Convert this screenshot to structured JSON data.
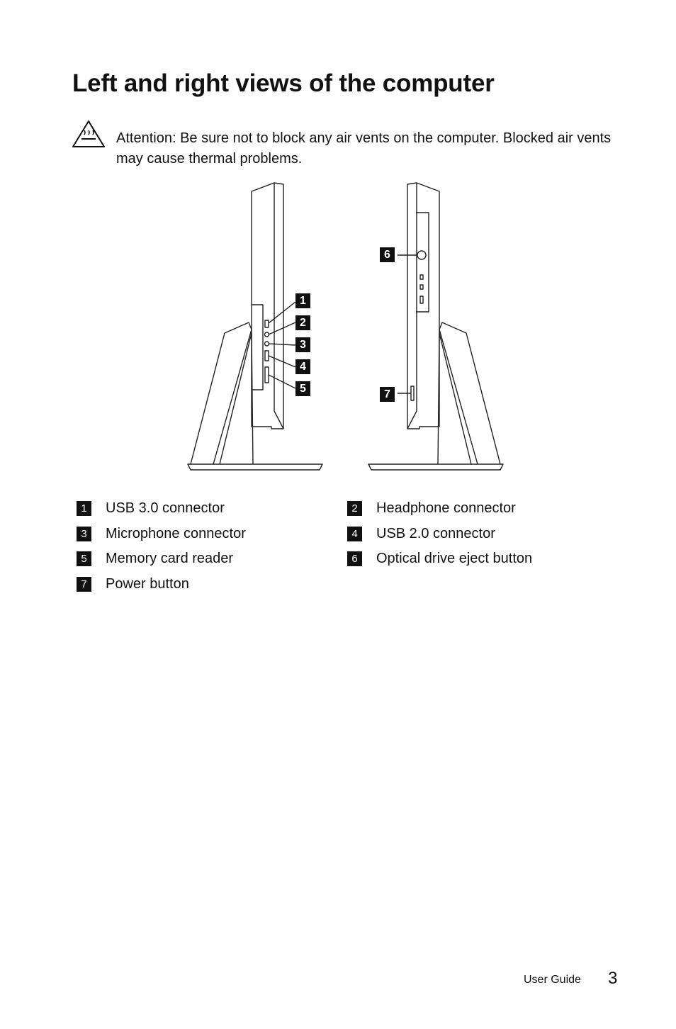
{
  "title": "Left and right views of the computer",
  "attention": {
    "lead": "Attention:",
    "text": " Be sure not to block any air vents on the computer. Blocked air vents may cause thermal problems."
  },
  "callouts": [
    "1",
    "2",
    "3",
    "4",
    "5",
    "6",
    "7"
  ],
  "legend": [
    {
      "num": "1",
      "label": "USB 3.0 connector"
    },
    {
      "num": "2",
      "label": "Headphone connector"
    },
    {
      "num": "3",
      "label": "Microphone connector"
    },
    {
      "num": "4",
      "label": "USB 2.0 connector"
    },
    {
      "num": "5",
      "label": "Memory card reader"
    },
    {
      "num": "6",
      "label": "Optical drive eject button"
    },
    {
      "num": "7",
      "label": "Power button"
    }
  ],
  "footer": {
    "label": "User Guide",
    "page": "3"
  }
}
